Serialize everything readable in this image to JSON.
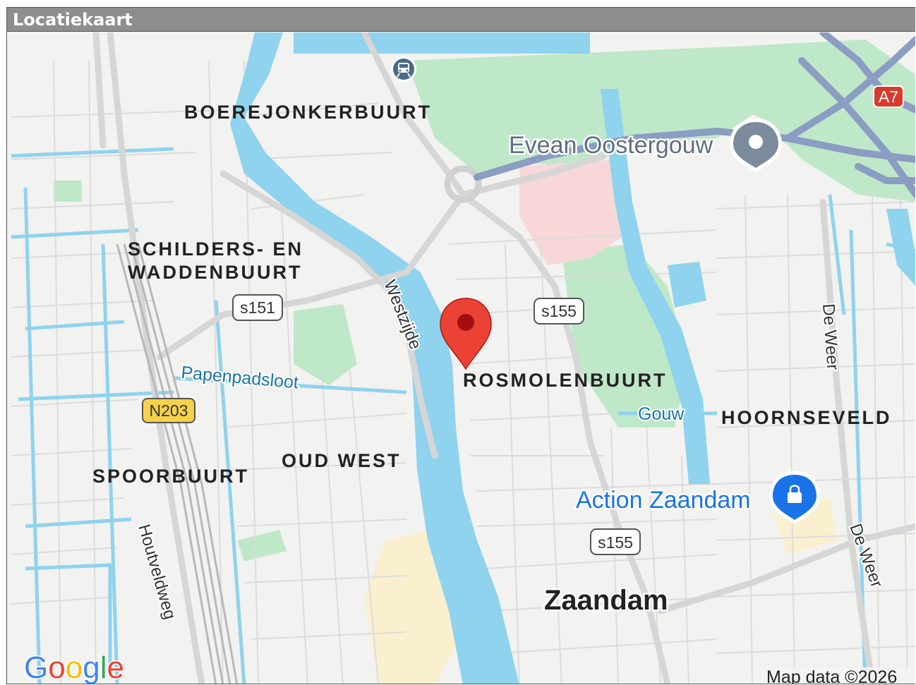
{
  "panel": {
    "title": "Locatiekaart"
  },
  "map": {
    "districts": {
      "boerejonkerbuurt": "BOEREJONKERBUURT",
      "schilders_line1": "SCHILDERS- EN",
      "schilders_line2": "WADDENBUURT",
      "rosmolenbuurt": "ROSMOLENBUURT",
      "hoornseveld": "HOORNSEVELD",
      "oud_west": "OUD WEST",
      "spoorbuurt": "SPOORBUURT"
    },
    "city": "Zaandam",
    "streets": {
      "westzijde": "Westzijde",
      "houtveldweg": "Houtveldweg",
      "de_weer_1": "De Weer",
      "de_weer_2": "De Weer"
    },
    "water": {
      "papenpadsloot": "Papenpadsloot",
      "gouw": "Gouw"
    },
    "pois": {
      "evean": "Evean Oostergouw",
      "action": "Action Zaandam"
    },
    "shields": {
      "s151": "s151",
      "s155_a": "s155",
      "s155_b": "s155",
      "n203": "N203",
      "a7": "A7"
    },
    "icons": {
      "location_pin": "red-location-pin-icon",
      "train": "train-station-icon",
      "poi": "poi-marker-icon",
      "shopping": "shopping-bag-icon"
    },
    "colors": {
      "water": "#8fd3ee",
      "park": "#bfe8c9",
      "land": "#f2f2f0",
      "pin": "#ea4335",
      "highway": "#8b9dc3"
    },
    "branding": {
      "google": "Google",
      "attribution": "Map data ©2026"
    }
  }
}
